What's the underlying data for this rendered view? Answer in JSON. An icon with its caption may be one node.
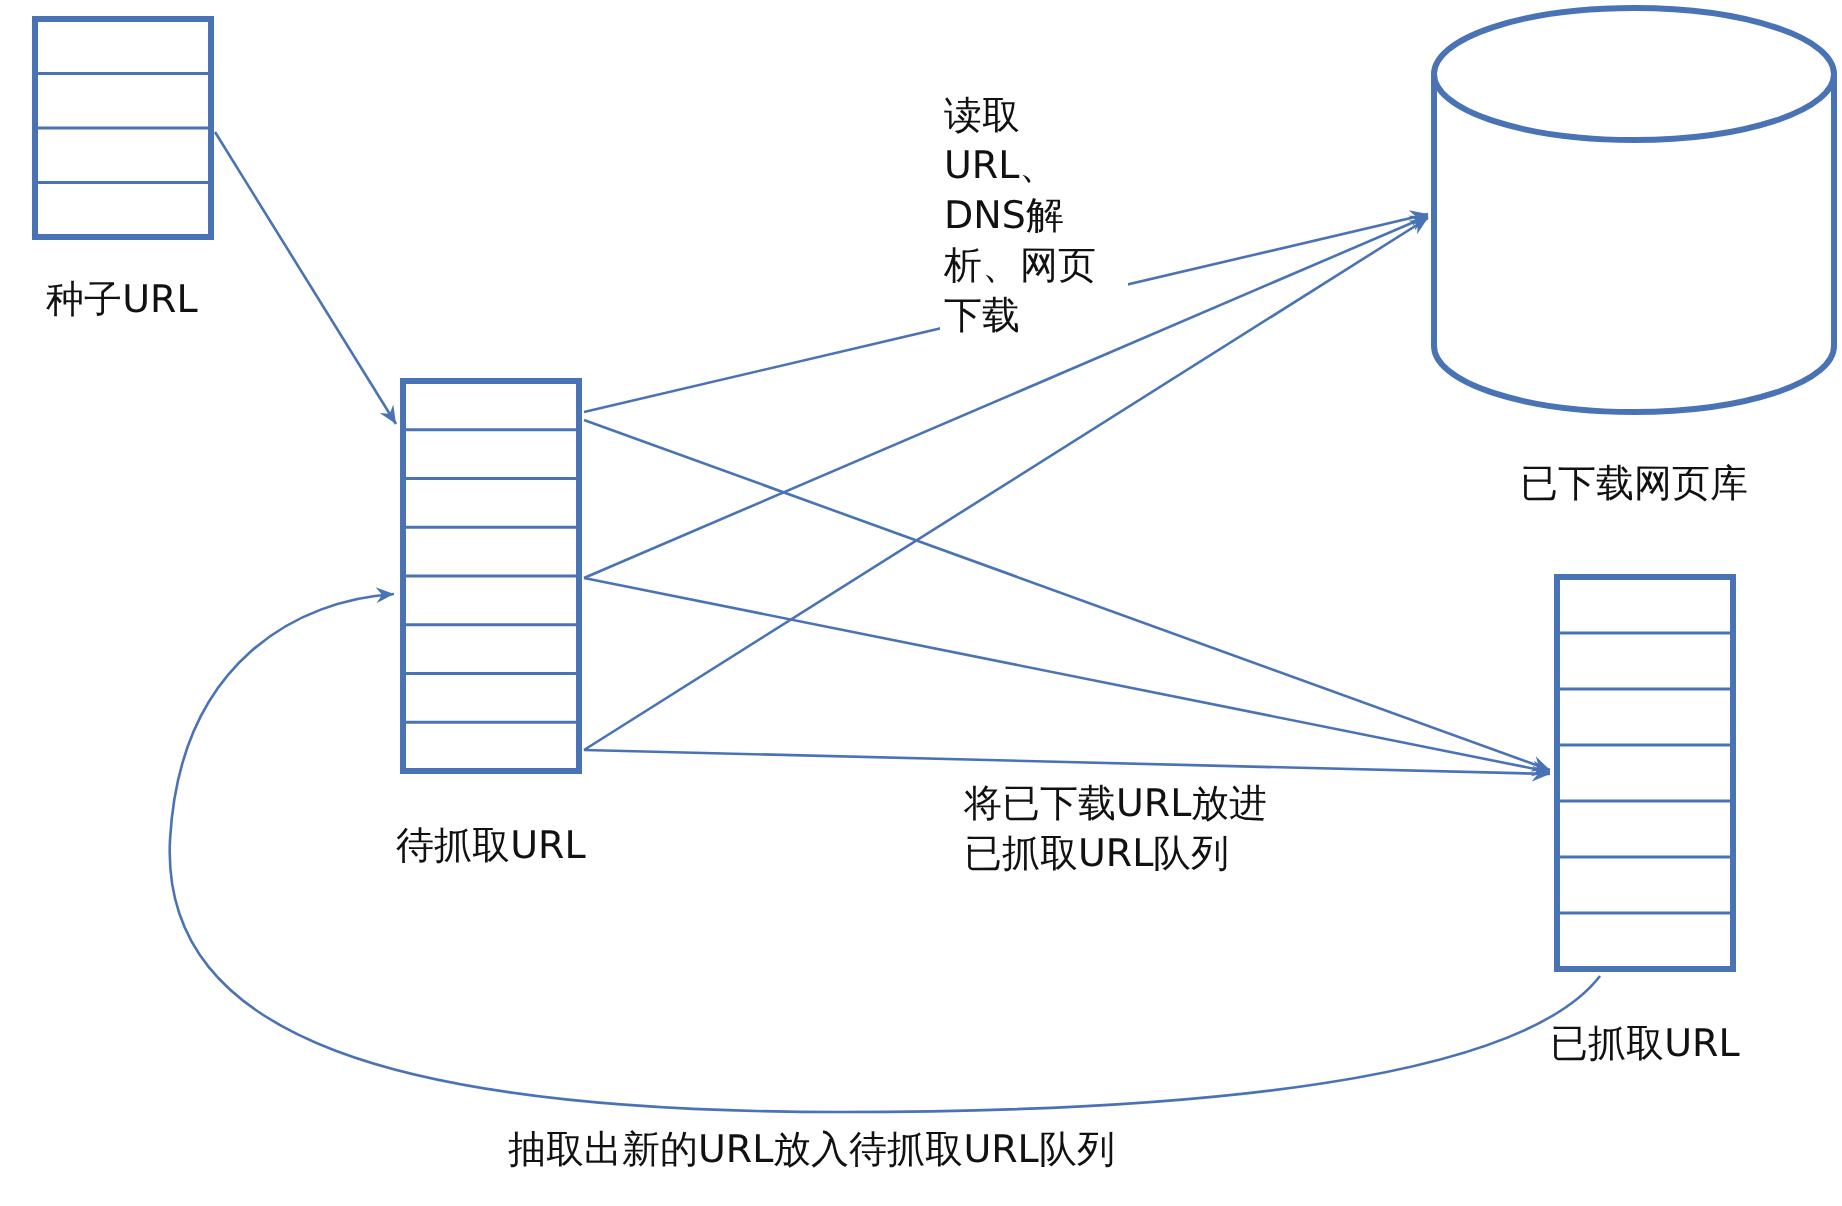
{
  "diagram": {
    "nodes": [
      {
        "text": [
          "种子URL"
        ]
      },
      {
        "text": [
          "待抓取URL"
        ]
      },
      {
        "text": [
          "已下载网页库"
        ]
      },
      {
        "text": [
          "已抓取URL"
        ]
      }
    ],
    "edges": [
      {
        "from": 0,
        "to": 1,
        "arrow": "to"
      },
      {
        "from": 1,
        "to": 2,
        "arrow": "to",
        "label": "读取URL、DNS解析、网页下载"
      },
      {
        "from": 1,
        "to": 2,
        "arrow": "to"
      },
      {
        "from": 1,
        "to": 2,
        "arrow": "to"
      },
      {
        "from": 1,
        "to": 3,
        "arrow": "to"
      },
      {
        "from": 1,
        "to": 3,
        "arrow": "to"
      },
      {
        "from": 1,
        "to": 3,
        "arrow": "to",
        "label": "将已下载URL放进已抓取URL队列"
      },
      {
        "from": 3,
        "to": 1,
        "arrow": "to",
        "label": "抽取出新的URL放入待抓取URL队列"
      }
    ]
  }
}
